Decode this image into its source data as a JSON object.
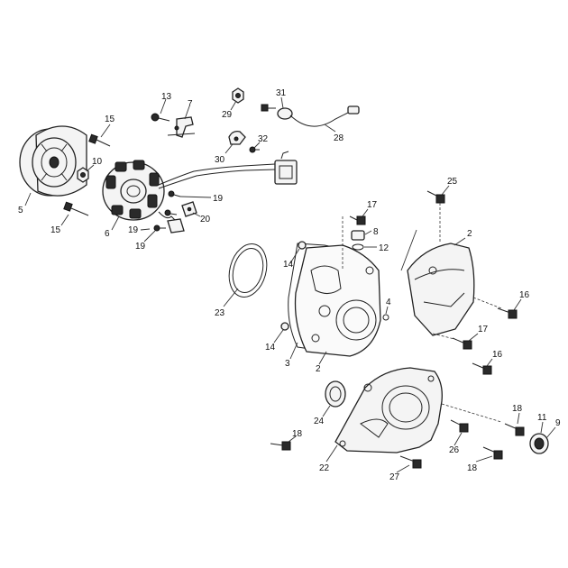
{
  "callouts": [
    {
      "id": "c13",
      "text": "13"
    },
    {
      "id": "c7",
      "text": "7"
    },
    {
      "id": "c29",
      "text": "29"
    },
    {
      "id": "c31",
      "text": "31"
    },
    {
      "id": "c15a",
      "text": "15"
    },
    {
      "id": "c32",
      "text": "32"
    },
    {
      "id": "c30",
      "text": "30"
    },
    {
      "id": "c28",
      "text": "28"
    },
    {
      "id": "c10",
      "text": "10"
    },
    {
      "id": "c5",
      "text": "5"
    },
    {
      "id": "c19a",
      "text": "19"
    },
    {
      "id": "c20",
      "text": "20"
    },
    {
      "id": "c19b",
      "text": "19"
    },
    {
      "id": "c19c",
      "text": "19"
    },
    {
      "id": "c6",
      "text": "6"
    },
    {
      "id": "c15b",
      "text": "15"
    },
    {
      "id": "c25",
      "text": "25"
    },
    {
      "id": "c17a",
      "text": "17"
    },
    {
      "id": "c8",
      "text": "8"
    },
    {
      "id": "c12",
      "text": "12"
    },
    {
      "id": "c2a",
      "text": "2"
    },
    {
      "id": "c14a",
      "text": "14"
    },
    {
      "id": "c16a",
      "text": "16"
    },
    {
      "id": "c4",
      "text": "4"
    },
    {
      "id": "c23",
      "text": "23"
    },
    {
      "id": "c17b",
      "text": "17"
    },
    {
      "id": "c14b",
      "text": "14"
    },
    {
      "id": "c16b",
      "text": "16"
    },
    {
      "id": "c3",
      "text": "3"
    },
    {
      "id": "c2b",
      "text": "2"
    },
    {
      "id": "c24",
      "text": "24"
    },
    {
      "id": "c18a",
      "text": "18"
    },
    {
      "id": "c11",
      "text": "11"
    },
    {
      "id": "c9",
      "text": "9"
    },
    {
      "id": "c18b",
      "text": "18"
    },
    {
      "id": "c26",
      "text": "26"
    },
    {
      "id": "c22",
      "text": "22"
    },
    {
      "id": "c27",
      "text": "27"
    },
    {
      "id": "c18c",
      "text": "18"
    }
  ]
}
